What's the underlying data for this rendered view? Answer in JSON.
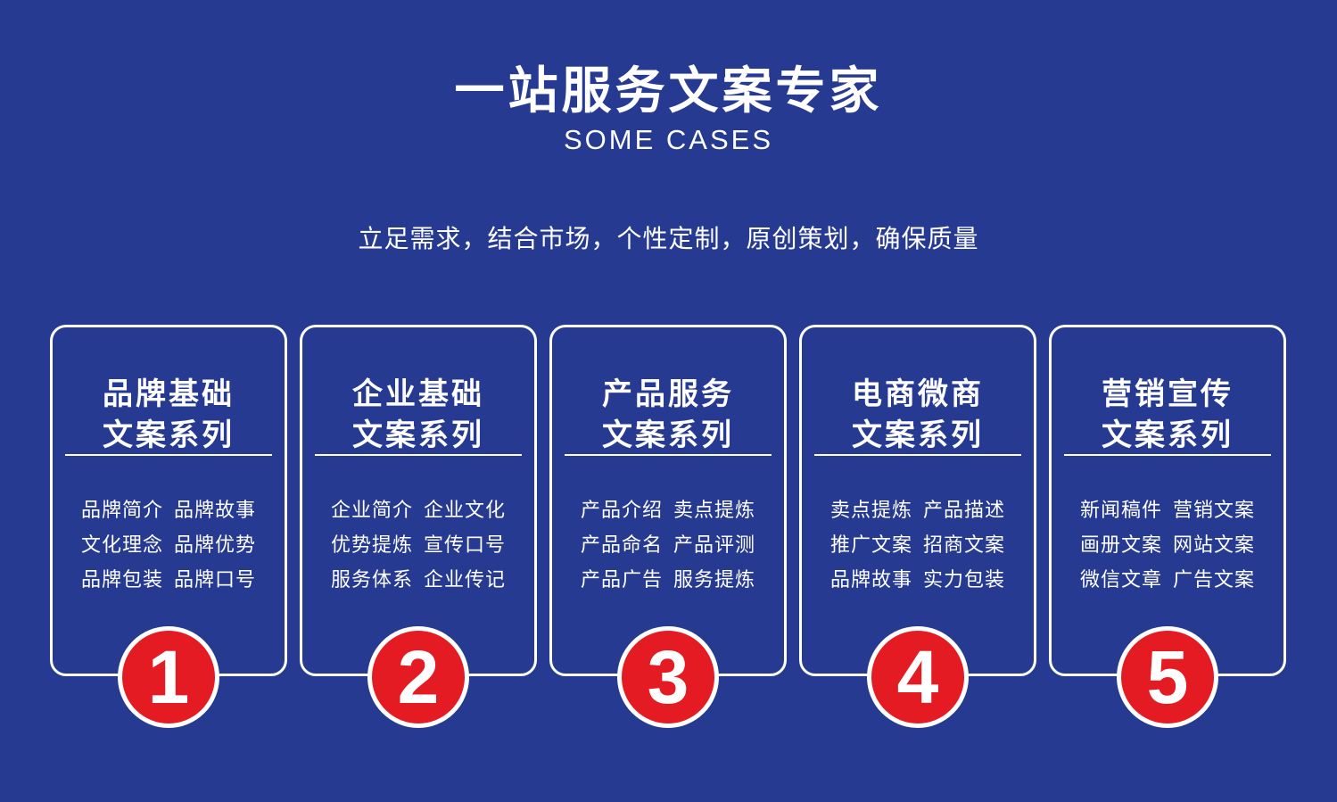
{
  "header": {
    "title": "一站服务文案专家",
    "subtitle": "SOME CASES",
    "tagline": "立足需求，结合市场，个性定制，原创策划，确保质量"
  },
  "theme": {
    "background": "#263a92",
    "badge_color": "#e51b23",
    "line_color": "#ffffff"
  },
  "cards": [
    {
      "title_line1": "品牌基础",
      "title_line2": "文案系列",
      "items": [
        [
          "品牌简介",
          "品牌故事"
        ],
        [
          "文化理念",
          "品牌优势"
        ],
        [
          "品牌包装",
          "品牌口号"
        ]
      ],
      "number": "1"
    },
    {
      "title_line1": "企业基础",
      "title_line2": "文案系列",
      "items": [
        [
          "企业简介",
          "企业文化"
        ],
        [
          "优势提炼",
          "宣传口号"
        ],
        [
          "服务体系",
          "企业传记"
        ]
      ],
      "number": "2"
    },
    {
      "title_line1": "产品服务",
      "title_line2": "文案系列",
      "items": [
        [
          "产品介绍",
          "卖点提炼"
        ],
        [
          "产品命名",
          "产品评测"
        ],
        [
          "产品广告",
          "服务提炼"
        ]
      ],
      "number": "3"
    },
    {
      "title_line1": "电商微商",
      "title_line2": "文案系列",
      "items": [
        [
          "卖点提炼",
          "产品描述"
        ],
        [
          "推广文案",
          "招商文案"
        ],
        [
          "品牌故事",
          "实力包装"
        ]
      ],
      "number": "4"
    },
    {
      "title_line1": "营销宣传",
      "title_line2": "文案系列",
      "items": [
        [
          "新闻稿件",
          "营销文案"
        ],
        [
          "画册文案",
          "网站文案"
        ],
        [
          "微信文章",
          "广告文案"
        ]
      ],
      "number": "5"
    }
  ]
}
